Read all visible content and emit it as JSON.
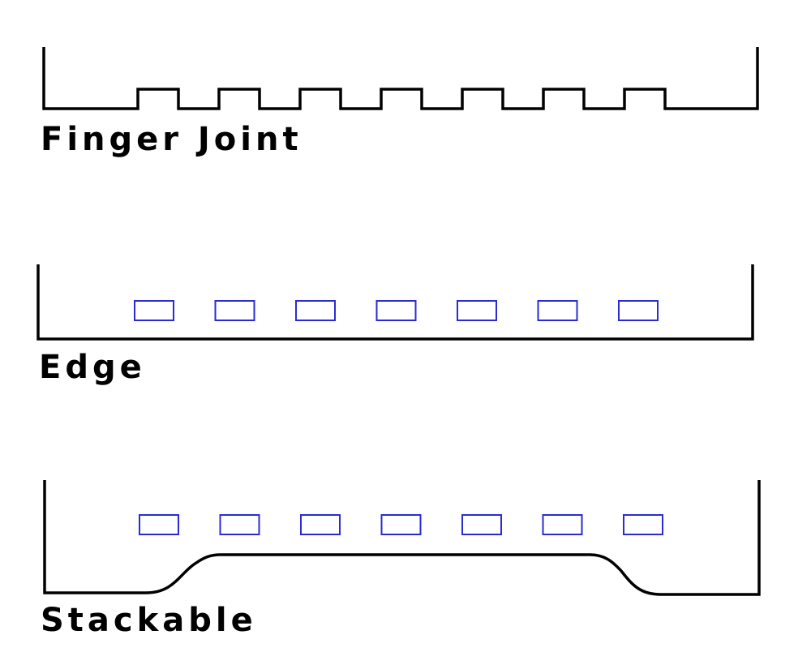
{
  "colors": {
    "outline": "#000000",
    "slot": "#2b2bd6",
    "background": "#ffffff"
  },
  "joints": [
    {
      "id": "finger-joint",
      "label": "Finger Joint",
      "style": "finger",
      "slot_count": 7
    },
    {
      "id": "edge",
      "label": "Edge",
      "style": "slots",
      "slot_count": 7
    },
    {
      "id": "stackable",
      "label": "Stackable",
      "style": "stackable-slots",
      "slot_count": 7
    }
  ]
}
